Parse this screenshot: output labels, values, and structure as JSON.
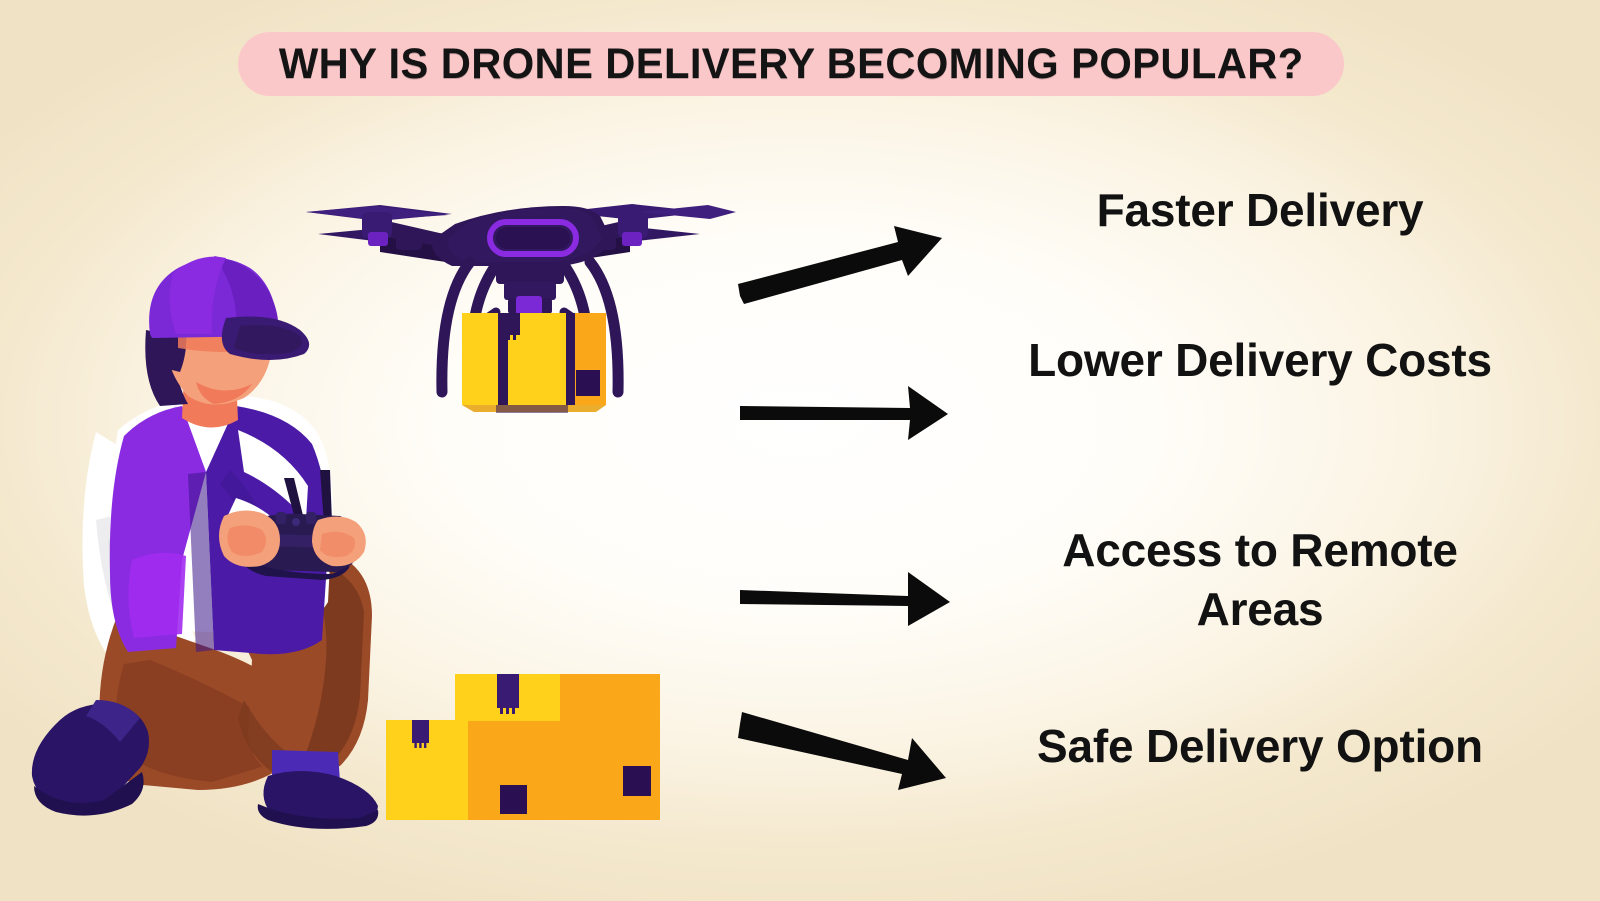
{
  "page": {
    "kind": "infographic",
    "background_edge_color": "#f0e2c4",
    "background_center_color": "#ffffff"
  },
  "header": {
    "title": "WHY IS DRONE DELIVERY BECOMING POPULAR?",
    "pill_color": "#fbc8ca",
    "title_color": "#141414"
  },
  "benefits": [
    {
      "label": "Faster Delivery"
    },
    {
      "label": "Lower Delivery Costs"
    },
    {
      "label": "Access to Remote Areas"
    },
    {
      "label": "Safe Delivery Option"
    }
  ],
  "arrows": [
    {
      "name": "arrow-1",
      "direction": "up-right",
      "color": "#0b0b0b"
    },
    {
      "name": "arrow-2",
      "direction": "right",
      "color": "#0b0b0b"
    },
    {
      "name": "arrow-3",
      "direction": "right",
      "color": "#0b0b0b"
    },
    {
      "name": "arrow-4",
      "direction": "down-right",
      "color": "#0b0b0b"
    }
  ],
  "illustration": {
    "drone": {
      "name": "delivery-drone",
      "body_color": "#2f1658",
      "body_dark_color": "#251046",
      "accent_color": "#7b28d6",
      "package_front_color": "#ffd11a",
      "package_side_color": "#faa81a",
      "package_tape_color": "#2f1658"
    },
    "operator": {
      "name": "drone-operator",
      "cap_color": "#7b28d6",
      "cap_brim_color": "#3a1b73",
      "skin_color": "#f4a07a",
      "skin_shadow_color": "#f07a5a",
      "hair_color": "#2f1658",
      "shirt_color": "#ffffff",
      "shirt_shadow_color": "#dedee4",
      "vest_color": "#8a2be2",
      "vest_dark_color": "#4b1ba8",
      "pants_color": "#9b4a28",
      "pants_shadow_color": "#7d3a1e",
      "shoe_color": "#2a1466",
      "sock_color": "#4b2bb5",
      "controller_color": "#2a1a52"
    },
    "boxes": {
      "name": "stacked-parcel-boxes",
      "count": 3,
      "front_color": "#ffd11a",
      "side_color": "#faa81a",
      "tape_color": "#3a1b73",
      "label_color": "#2a0f52"
    }
  }
}
